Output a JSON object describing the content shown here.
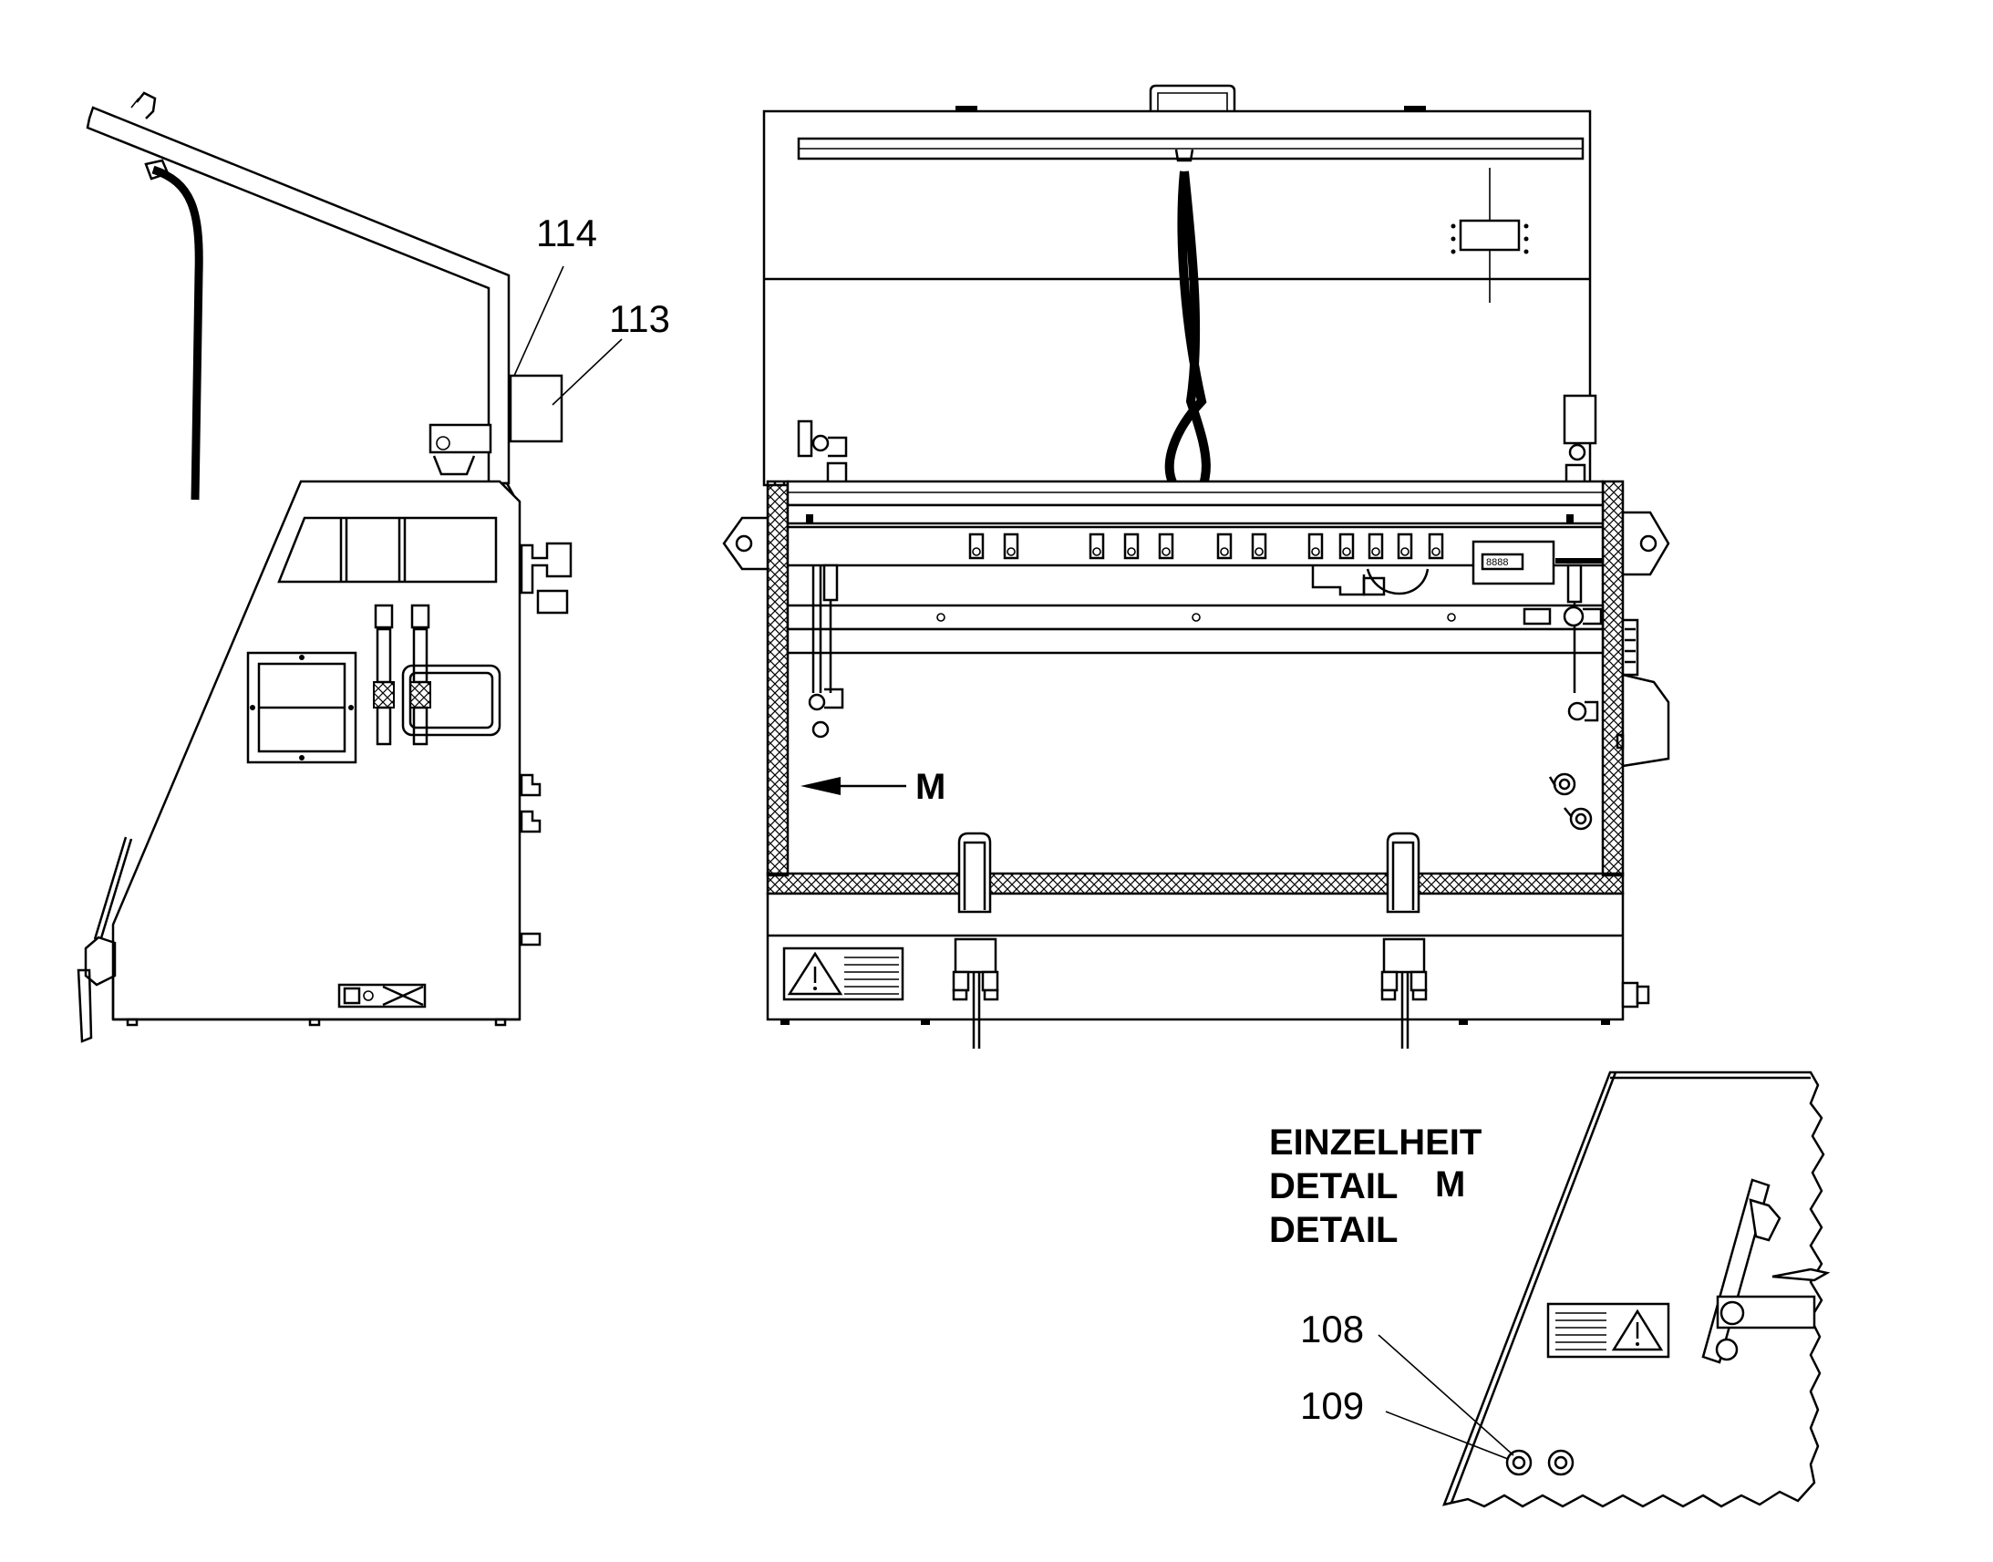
{
  "callouts": {
    "c114": "114",
    "c113": "113",
    "c108": "108",
    "c109": "109"
  },
  "view_marker": {
    "letter": "M"
  },
  "detail_title": {
    "line1": "EINZELHEIT",
    "line2": "DETAIL",
    "line3": "DETAIL",
    "letter": "M"
  }
}
